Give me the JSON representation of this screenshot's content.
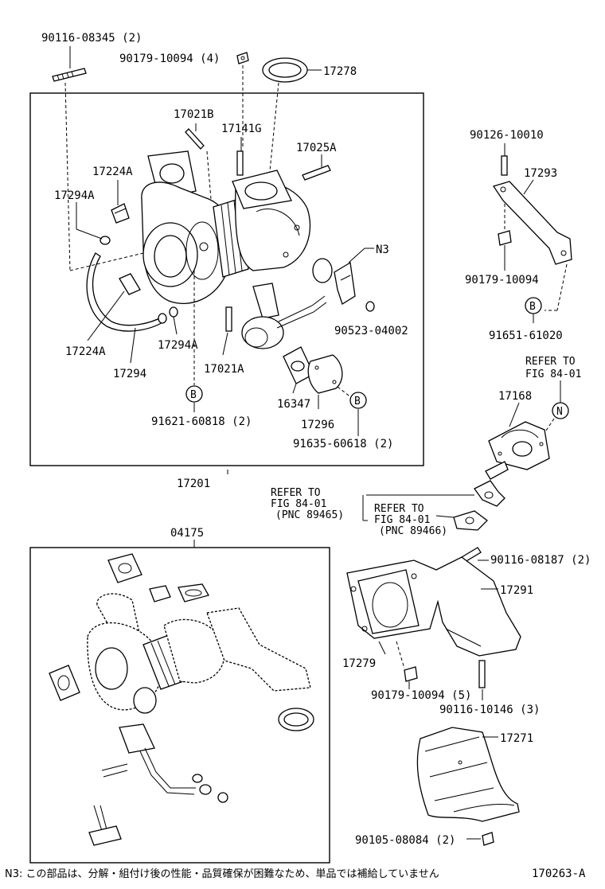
{
  "diagram_id": "170263-A",
  "footnote": "N3: この部品は、分解・組付け後の性能・品質確保が困難なため、単品では補給していません",
  "callouts": {
    "p1": "90116-08345 (2)",
    "p2": "90179-10094 (4)",
    "p3": "17278",
    "p4": "17021B",
    "p5": "17141G",
    "p6": "17025A",
    "p7": "17224A",
    "p8": "17294A",
    "p9": "N3",
    "p10": "17224A",
    "p11": "17294A",
    "p12": "17021A",
    "p13": "90523-04002",
    "p14": "17294",
    "p15": "16347",
    "p16": "17296",
    "p17": "91621-60818 (2)",
    "p18": "91635-60618 (2)",
    "p19": "17201",
    "p20": "90126-10010",
    "p21": "17293",
    "p22": "90179-10094",
    "p23": "91651-61020",
    "p24": "17168",
    "p25": "04175",
    "p26": "90116-08187 (2)",
    "p27": "17291",
    "p28": "17279",
    "p29": "90179-10094 (5)",
    "p30": "90116-10146 (3)",
    "p31": "17271",
    "p32": "90105-08084 (2)"
  },
  "markers": {
    "b": "B",
    "n": "N"
  },
  "refer": {
    "fig_right_1": "REFER TO",
    "fig_right_2": "FIG 84-01",
    "fig_a_1": "REFER TO",
    "fig_a_2": "FIG 84-01",
    "fig_a_3": "(PNC 89465)",
    "fig_b_1": "REFER TO",
    "fig_b_2": "FIG 84-01",
    "fig_b_3": "(PNC 89466)"
  }
}
